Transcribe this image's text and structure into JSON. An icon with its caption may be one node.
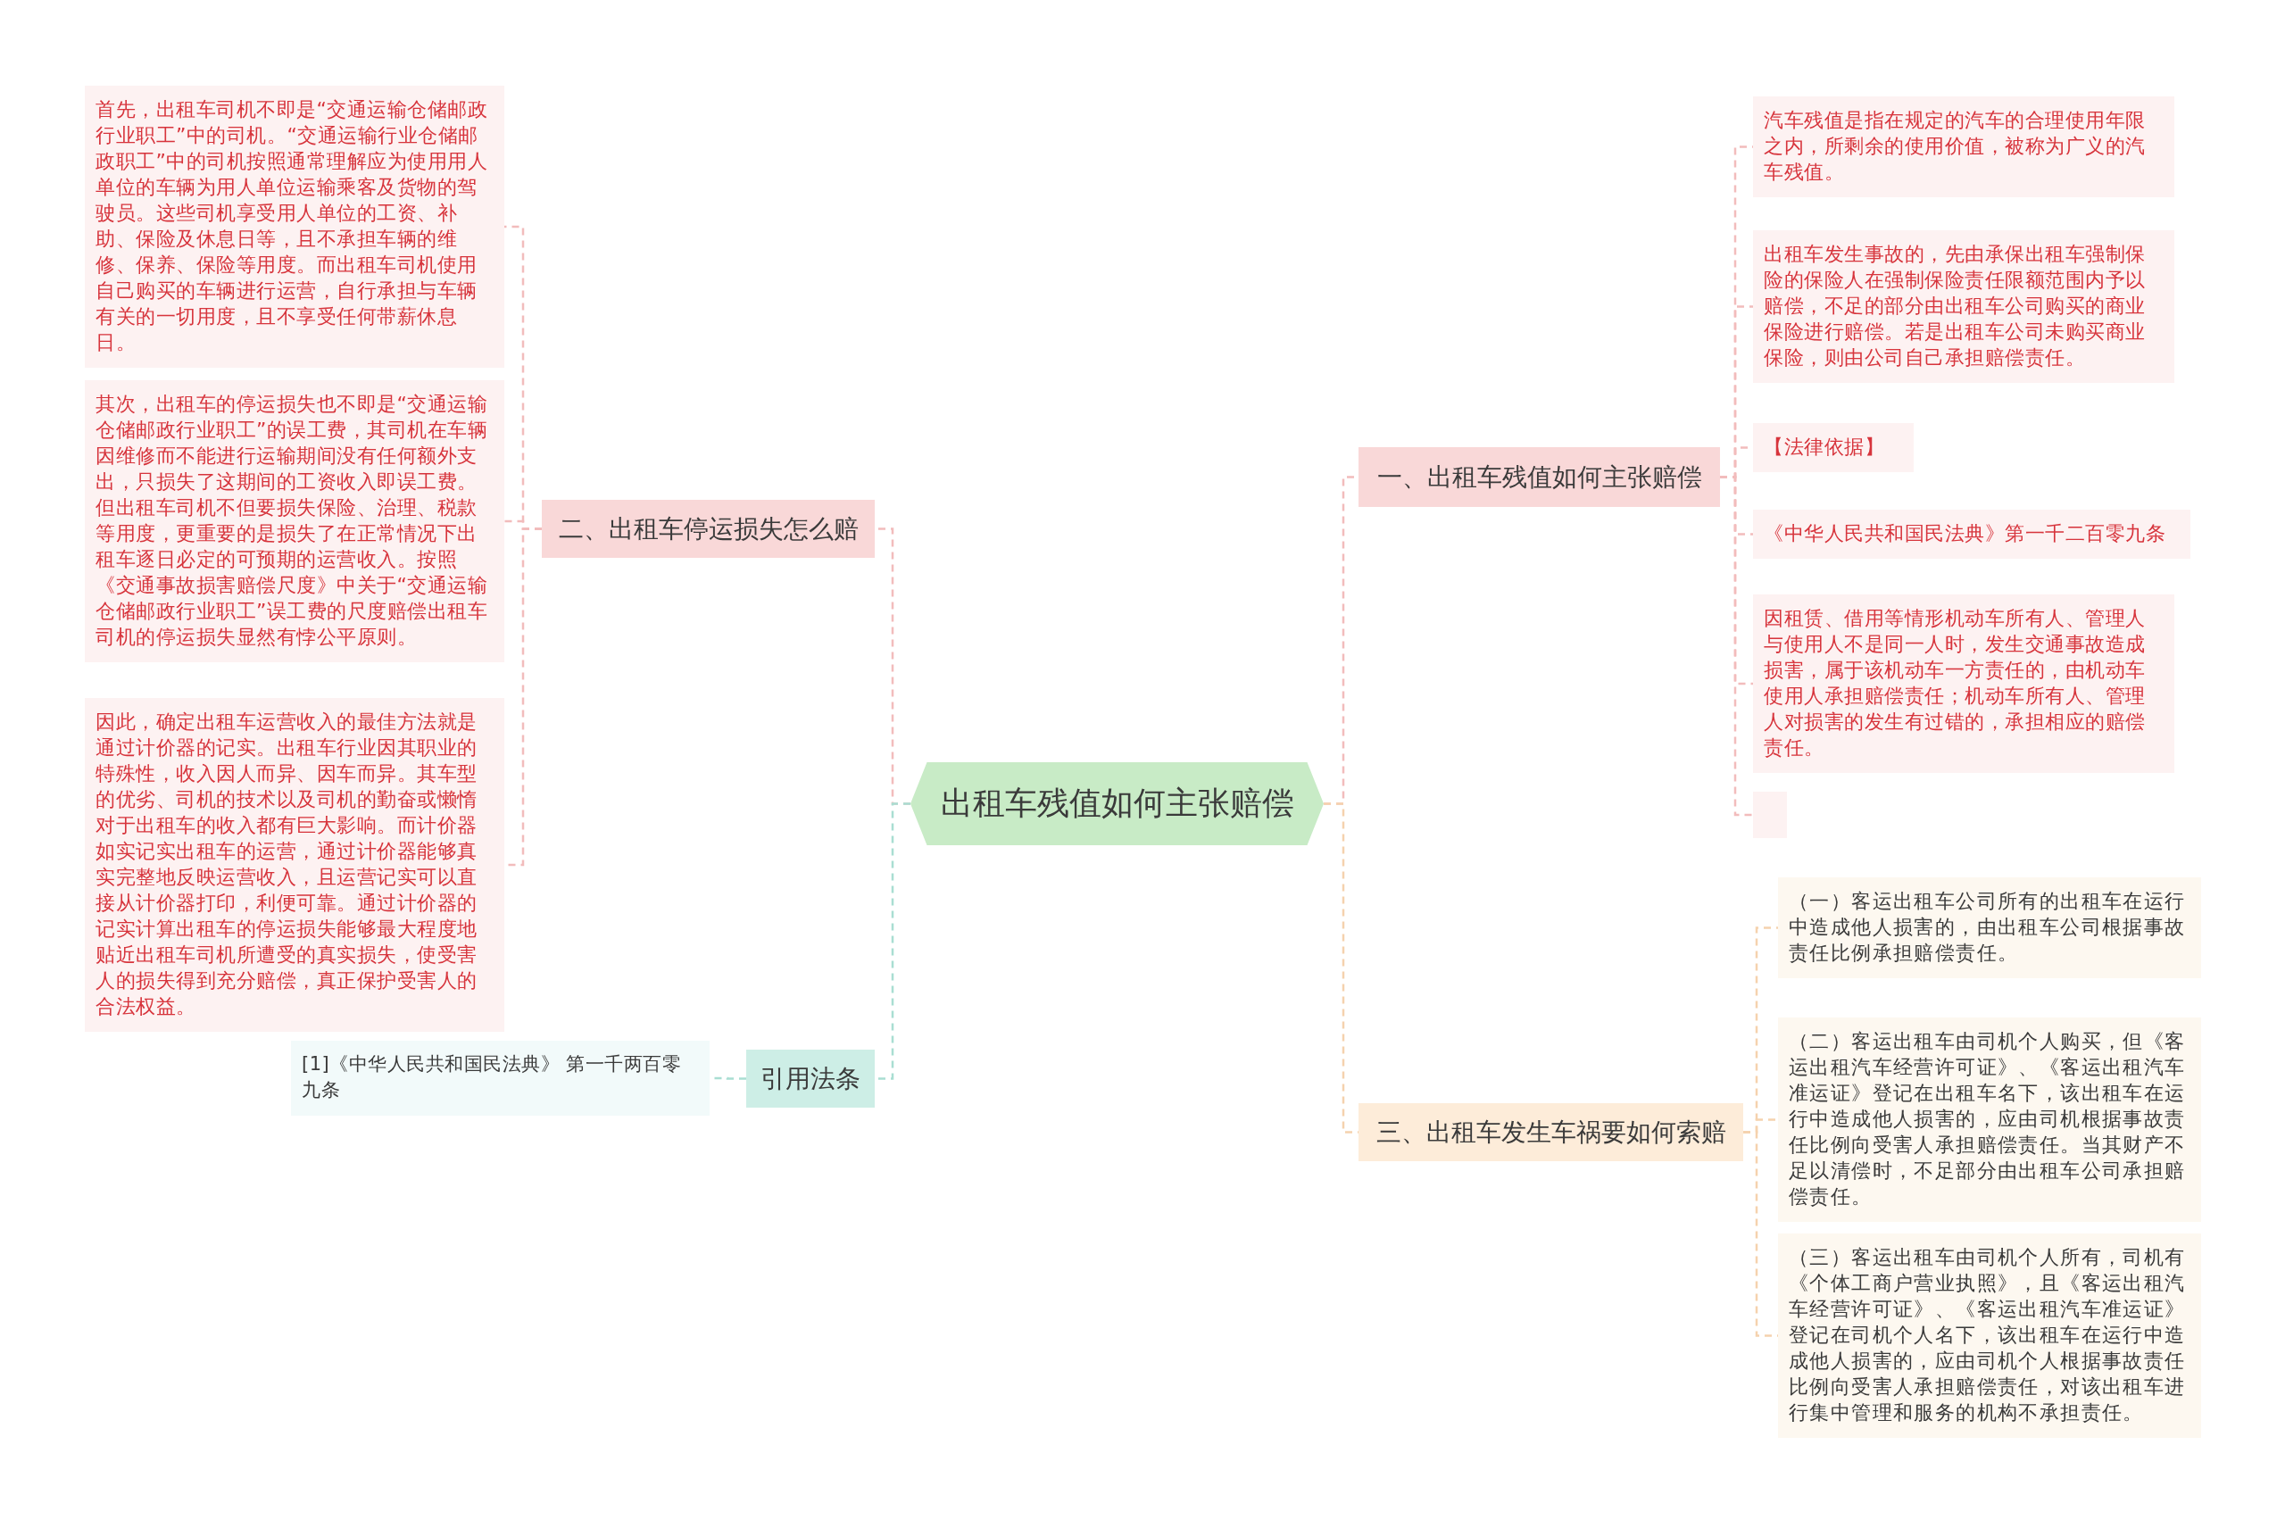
{
  "diagram": {
    "nodes": [
      {
        "text": [
          "出租车残值如何主张赔偿"
        ]
      },
      {
        "text": [
          "一、出租车残值如何主张赔偿"
        ]
      },
      {
        "text": [
          "汽车残值是指在规定的汽车的合理使用年限之内，所剩余的使用价值，被称为广义的汽车残值。"
        ]
      },
      {
        "text": [
          "出租车发生事故的，先由承保出租车强制保险的保险人在强制保险责任限额范围内予以赔偿，不足的部分由出租车公司购买的商业保险进行赔偿。若是出租车公司未购买商业保险，则由公司自己承担赔偿责任。"
        ]
      },
      {
        "text": [
          "【法律依据】"
        ]
      },
      {
        "text": [
          "《中华人民共和国民法典》第一千二百零九条"
        ]
      },
      {
        "text": [
          "因租赁、借用等情形机动车所有人、管理人与使用人不是同一人时，发生交通事故造成损害，属于该机动车一方责任的，由机动车使用人承担赔偿责任；机动车所有人、管理人对损害的发生有过错的，承担相应的赔偿责任。"
        ]
      },
      {
        "text": [],
        "shape": "box"
      },
      {
        "text": [
          "三、出租车发生车祸要如何索赔"
        ]
      },
      {
        "text": [
          "（一）客运出租车公司所有的出租车在运行中造成他人损害的，由出租车公司根据事故责任比例承担赔偿责任。"
        ]
      },
      {
        "text": [
          "（二）客运出租车由司机个人购买，但《客运出租汽车经营许可证》、《客运出租汽车准运证》登记在出租车名下，该出租车在运行中造成他人损害的，应由司机根据事故责任比例向受害人承担赔偿责任。当其财产不足以清偿时，不足部分由出租车公司承担赔偿责任。"
        ]
      },
      {
        "text": [
          "（三）客运出租车由司机个人所有，司机有《个体工商户营业执照》，且《客运出租汽车经营许可证》、《客运出租汽车准运证》登记在司机个人名下，该出租车在运行中造成他人损害的，应由司机个人根据事故责任比例向受害人承担赔偿责任，对该出租车进行集中管理和服务的机构不承担责任。"
        ]
      },
      {
        "text": [
          "二、出租车停运损失怎么赔"
        ]
      },
      {
        "text": [
          "首先，出租车司机不即是“交通运输仓储邮政行业职工”中的司机。“交通运输行业仓储邮政职工”中的司机按照通常理解应为使用用人单位的车辆为用人单位运输乘客及货物的驾驶员。这些司机享受用人单位的工资、补助、保险及休息日等，且不承担车辆的维修、保养、保险等用度。而出租车司机使用自己购买的车辆进行运营，自行承担与车辆有关的一切用度，且不享受任何带薪休息日。"
        ]
      },
      {
        "text": [
          "其次，出租车的停运损失也不即是“交通运输仓储邮政行业职工”的误工费，其司机在车辆因维修而不能进行运输期间没有任何额外支出，只损失了这期间的工资收入即误工费。但出租车司机不但要损失保险、治理、税款等用度，更重要的是损失了在正常情况下出租车逐日必定的可预期的运营收入。按照《交通事故损害赔偿尺度》中关于“交通运输仓储邮政行业职工”误工费的尺度赔偿出租车司机的停运损失显然有悖公平原则。"
        ]
      },
      {
        "text": [
          "因此，确定出租车运营收入的最佳方法就是通过计价器的记实。出租车行业因其职业的特殊性，收入因人而异、因车而异。其车型的优劣、司机的技术以及司机的勤奋或懒惰对于出租车的收入都有巨大影响。而计价器如实记实出租车的运营，通过计价器能够真实完整地反映运营收入，且运营记实可以直接从计价器打印，利便可靠。通过计价器的记实计算出租车的停运损失能够最大程度地贴近出租车司机所遭受的真实损失，使受害人的损失得到充分赔偿，真正保护受害人的合法权益。"
        ]
      },
      {
        "text": [
          "引用法条"
        ]
      },
      {
        "text": [
          "[1]《中华人民共和国民法典》 第一千两百零九条"
        ]
      }
    ],
    "edges": [
      {
        "from": 0,
        "to": 1,
        "arrow": "none"
      },
      {
        "from": 1,
        "to": 2,
        "arrow": "none"
      },
      {
        "from": 1,
        "to": 3,
        "arrow": "none"
      },
      {
        "from": 1,
        "to": 4,
        "arrow": "none"
      },
      {
        "from": 1,
        "to": 5,
        "arrow": "none"
      },
      {
        "from": 1,
        "to": 6,
        "arrow": "none"
      },
      {
        "from": 1,
        "to": 7,
        "arrow": "none"
      },
      {
        "from": 0,
        "to": 8,
        "arrow": "none",
        "color": "#f5d2ae"
      },
      {
        "from": 8,
        "to": 9,
        "arrow": "none",
        "color": "#f5d2ae"
      },
      {
        "from": 8,
        "to": 10,
        "arrow": "none",
        "color": "#f5d2ae"
      },
      {
        "from": 8,
        "to": 11,
        "arrow": "none",
        "color": "#f5d2ae"
      },
      {
        "from": 0,
        "to": 12,
        "arrow": "none"
      },
      {
        "from": 12,
        "to": 13,
        "arrow": "none"
      },
      {
        "from": 12,
        "to": 14,
        "arrow": "none"
      },
      {
        "from": 12,
        "to": 15,
        "arrow": "none"
      },
      {
        "from": 0,
        "to": 16,
        "arrow": "none",
        "color": "#a9ded2"
      },
      {
        "from": 16,
        "to": 17,
        "arrow": "none",
        "color": "#a9ded2"
      }
    ]
  }
}
